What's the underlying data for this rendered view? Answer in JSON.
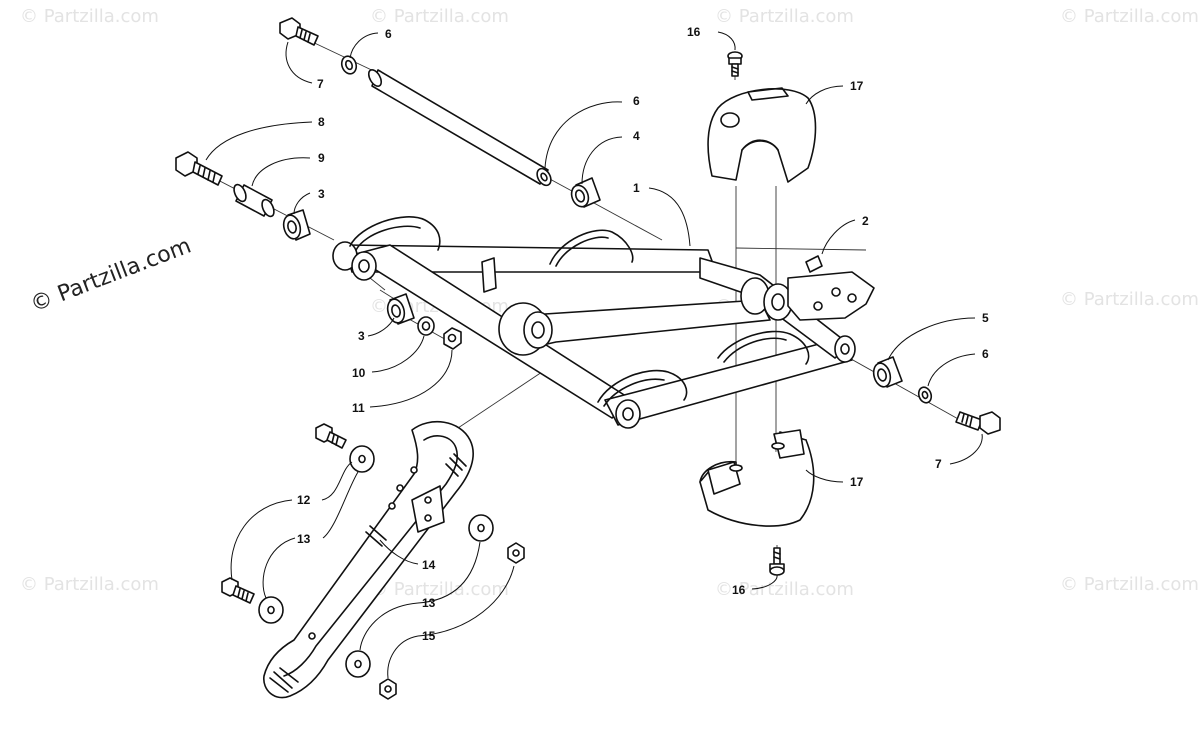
{
  "watermark": {
    "text": "© Partzilla.com",
    "brand_text": "© Partzilla.com"
  },
  "callouts": [
    {
      "id": "c1",
      "label": "1"
    },
    {
      "id": "c2",
      "label": "2"
    },
    {
      "id": "c3a",
      "label": "3"
    },
    {
      "id": "c3b",
      "label": "3"
    },
    {
      "id": "c4a",
      "label": "4"
    },
    {
      "id": "c4b",
      "label": "4"
    },
    {
      "id": "c5",
      "label": "5"
    },
    {
      "id": "c6a",
      "label": "6"
    },
    {
      "id": "c6b",
      "label": "6"
    },
    {
      "id": "c7a",
      "label": "7"
    },
    {
      "id": "c7b",
      "label": "7"
    },
    {
      "id": "c8",
      "label": "8"
    },
    {
      "id": "c9",
      "label": "9"
    },
    {
      "id": "c10",
      "label": "10"
    },
    {
      "id": "c11",
      "label": "11"
    },
    {
      "id": "c12",
      "label": "12"
    },
    {
      "id": "c13a",
      "label": "13"
    },
    {
      "id": "c13b",
      "label": "13"
    },
    {
      "id": "c14",
      "label": "14"
    },
    {
      "id": "c15",
      "label": "15"
    },
    {
      "id": "c16a",
      "label": "16"
    },
    {
      "id": "c16b",
      "label": "16"
    },
    {
      "id": "c17a",
      "label": "17"
    },
    {
      "id": "c17b",
      "label": "17"
    }
  ]
}
